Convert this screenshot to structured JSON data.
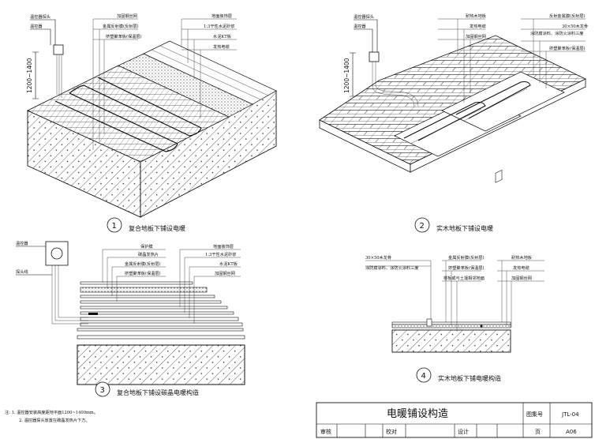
{
  "fig1": {
    "labels_left": [
      "温控器探头",
      "温控器"
    ],
    "labels_mid": [
      "加固钢丝网",
      "金属反射膜(反射层)",
      "挤塑聚苯板(保温层)"
    ],
    "labels_right": [
      "地面装饰层",
      "1:3干性水泥砂浆",
      "水泥KT板",
      "发热电缆"
    ],
    "dim": "1200~1400",
    "number": "1",
    "caption": "复合地板下铺设电暖"
  },
  "fig2": {
    "labels_left": [
      "温控器探头",
      "温控器"
    ],
    "labels_mid": [
      "耐热木地板",
      "发热电缆",
      "加固钢丝网"
    ],
    "labels_right": [
      "反射金属膜(反射层)",
      "30×50木龙骨",
      "涂防腐涂料、涂防火涂料三度",
      "挤塑聚苯板(保温层)"
    ],
    "dim": "1200~1400",
    "number": "2",
    "caption": "实木地板下铺设电暖"
  },
  "fig3": {
    "label_left": "温控器",
    "label_probe": "探头线",
    "labels_mid": [
      "保护膜",
      "碳晶发热片",
      "金属反射膜(反射层)",
      "挤塑聚苯板(保温层)"
    ],
    "labels_right": [
      "地面装饰层",
      "1:3干性水泥砂浆",
      "水泥KT板",
      "加固钢丝网"
    ],
    "number": "3",
    "caption": "复合地板下铺设碳晶电暖构造"
  },
  "fig4": {
    "labels_left": [
      "30×50木龙骨",
      "涂防腐涂料、涂防火涂料三度"
    ],
    "labels_mid": [
      "金属反射膜(反射层)",
      "挤塑聚苯板(保温层)",
      "楼板或与土壤相邻地面"
    ],
    "labels_right": [
      "耐热木地板",
      "发热电缆",
      "加固钢丝网"
    ],
    "number": "4",
    "caption": "实木地板下铺电暖构造"
  },
  "notes": [
    "注: 1. 温控器安装高度距地平面1200~1400mm。",
    "2. 温控器探头放置在碳晶发热片下方。"
  ],
  "title_block": {
    "title": "电暖铺设构造",
    "atlas_label": "图集号",
    "atlas_value": "JTL-04",
    "review": "审核",
    "check": "校对",
    "design": "设计",
    "page_label": "页",
    "page_value": "A06"
  }
}
